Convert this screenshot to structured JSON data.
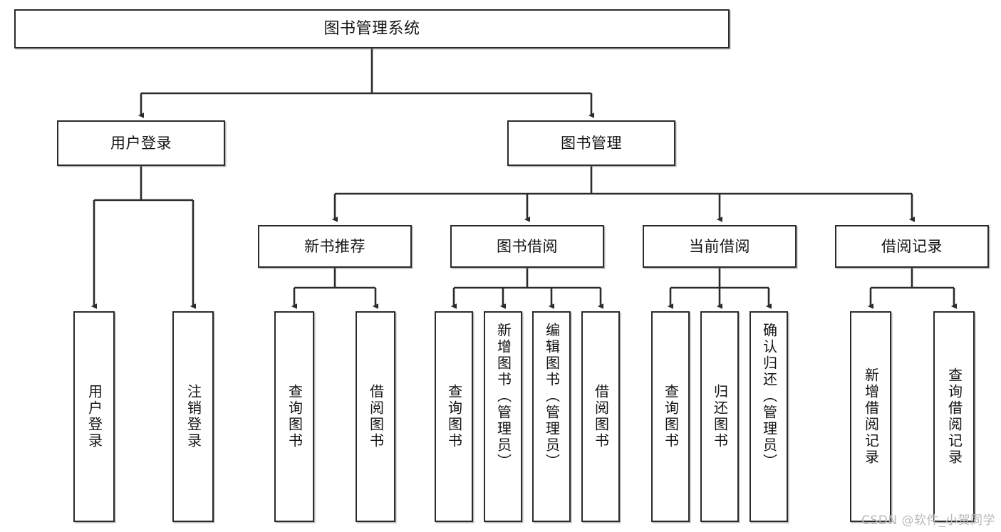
{
  "diagram": {
    "title": "图书管理系统",
    "type": "hierarchy-tree",
    "orientation": "top-down",
    "style": {
      "box_fill": "#ffffff",
      "box_stroke": "#2b2b2b",
      "connector_stroke": "#2b2b2b",
      "text_color": "#141414",
      "background": "#ffffff"
    },
    "levels": [
      {
        "level": 0,
        "nodes": [
          {
            "id": "root",
            "label": "图书管理系统",
            "text_direction": "horizontal"
          }
        ]
      },
      {
        "level": 1,
        "nodes": [
          {
            "id": "login",
            "label": "用户登录",
            "parent": "root",
            "text_direction": "horizontal"
          },
          {
            "id": "bookmgmt",
            "label": "图书管理",
            "parent": "root",
            "text_direction": "horizontal"
          }
        ]
      },
      {
        "level": 2,
        "nodes": [
          {
            "id": "newbook",
            "label": "新书推荐",
            "parent": "bookmgmt",
            "text_direction": "horizontal"
          },
          {
            "id": "borrow",
            "label": "图书借阅",
            "parent": "bookmgmt",
            "text_direction": "horizontal"
          },
          {
            "id": "current",
            "label": "当前借阅",
            "parent": "bookmgmt",
            "text_direction": "horizontal"
          },
          {
            "id": "record",
            "label": "借阅记录",
            "parent": "bookmgmt",
            "text_direction": "horizontal"
          }
        ]
      },
      {
        "level": 3,
        "nodes": [
          {
            "id": "leaf1",
            "label": "用户登录",
            "parent": "login",
            "text_direction": "vertical"
          },
          {
            "id": "leaf2",
            "label": "注销登录",
            "parent": "login",
            "text_direction": "vertical"
          },
          {
            "id": "leaf3",
            "label": "查询图书",
            "parent": "newbook",
            "text_direction": "vertical"
          },
          {
            "id": "leaf4",
            "label": "借阅图书",
            "parent": "newbook",
            "text_direction": "vertical"
          },
          {
            "id": "leaf5",
            "label": "查询图书",
            "parent": "borrow",
            "text_direction": "vertical"
          },
          {
            "id": "leaf6",
            "label": "新增图书（管理员）",
            "parent": "borrow",
            "text_direction": "vertical"
          },
          {
            "id": "leaf7",
            "label": "编辑图书（管理员）",
            "parent": "borrow",
            "text_direction": "vertical"
          },
          {
            "id": "leaf8",
            "label": "借阅图书",
            "parent": "borrow",
            "text_direction": "vertical"
          },
          {
            "id": "leaf9",
            "label": "查询图书",
            "parent": "current",
            "text_direction": "vertical"
          },
          {
            "id": "leaf10",
            "label": "归还图书",
            "parent": "current",
            "text_direction": "vertical"
          },
          {
            "id": "leaf11",
            "label": "确认归还（管理员）",
            "parent": "current",
            "text_direction": "vertical"
          },
          {
            "id": "leaf12",
            "label": "新增借阅记录",
            "parent": "record",
            "text_direction": "vertical"
          },
          {
            "id": "leaf13",
            "label": "查询借阅记录",
            "parent": "record",
            "text_direction": "vertical"
          }
        ]
      }
    ]
  },
  "watermark": {
    "text": "CSDN @软件_小贺同学"
  }
}
